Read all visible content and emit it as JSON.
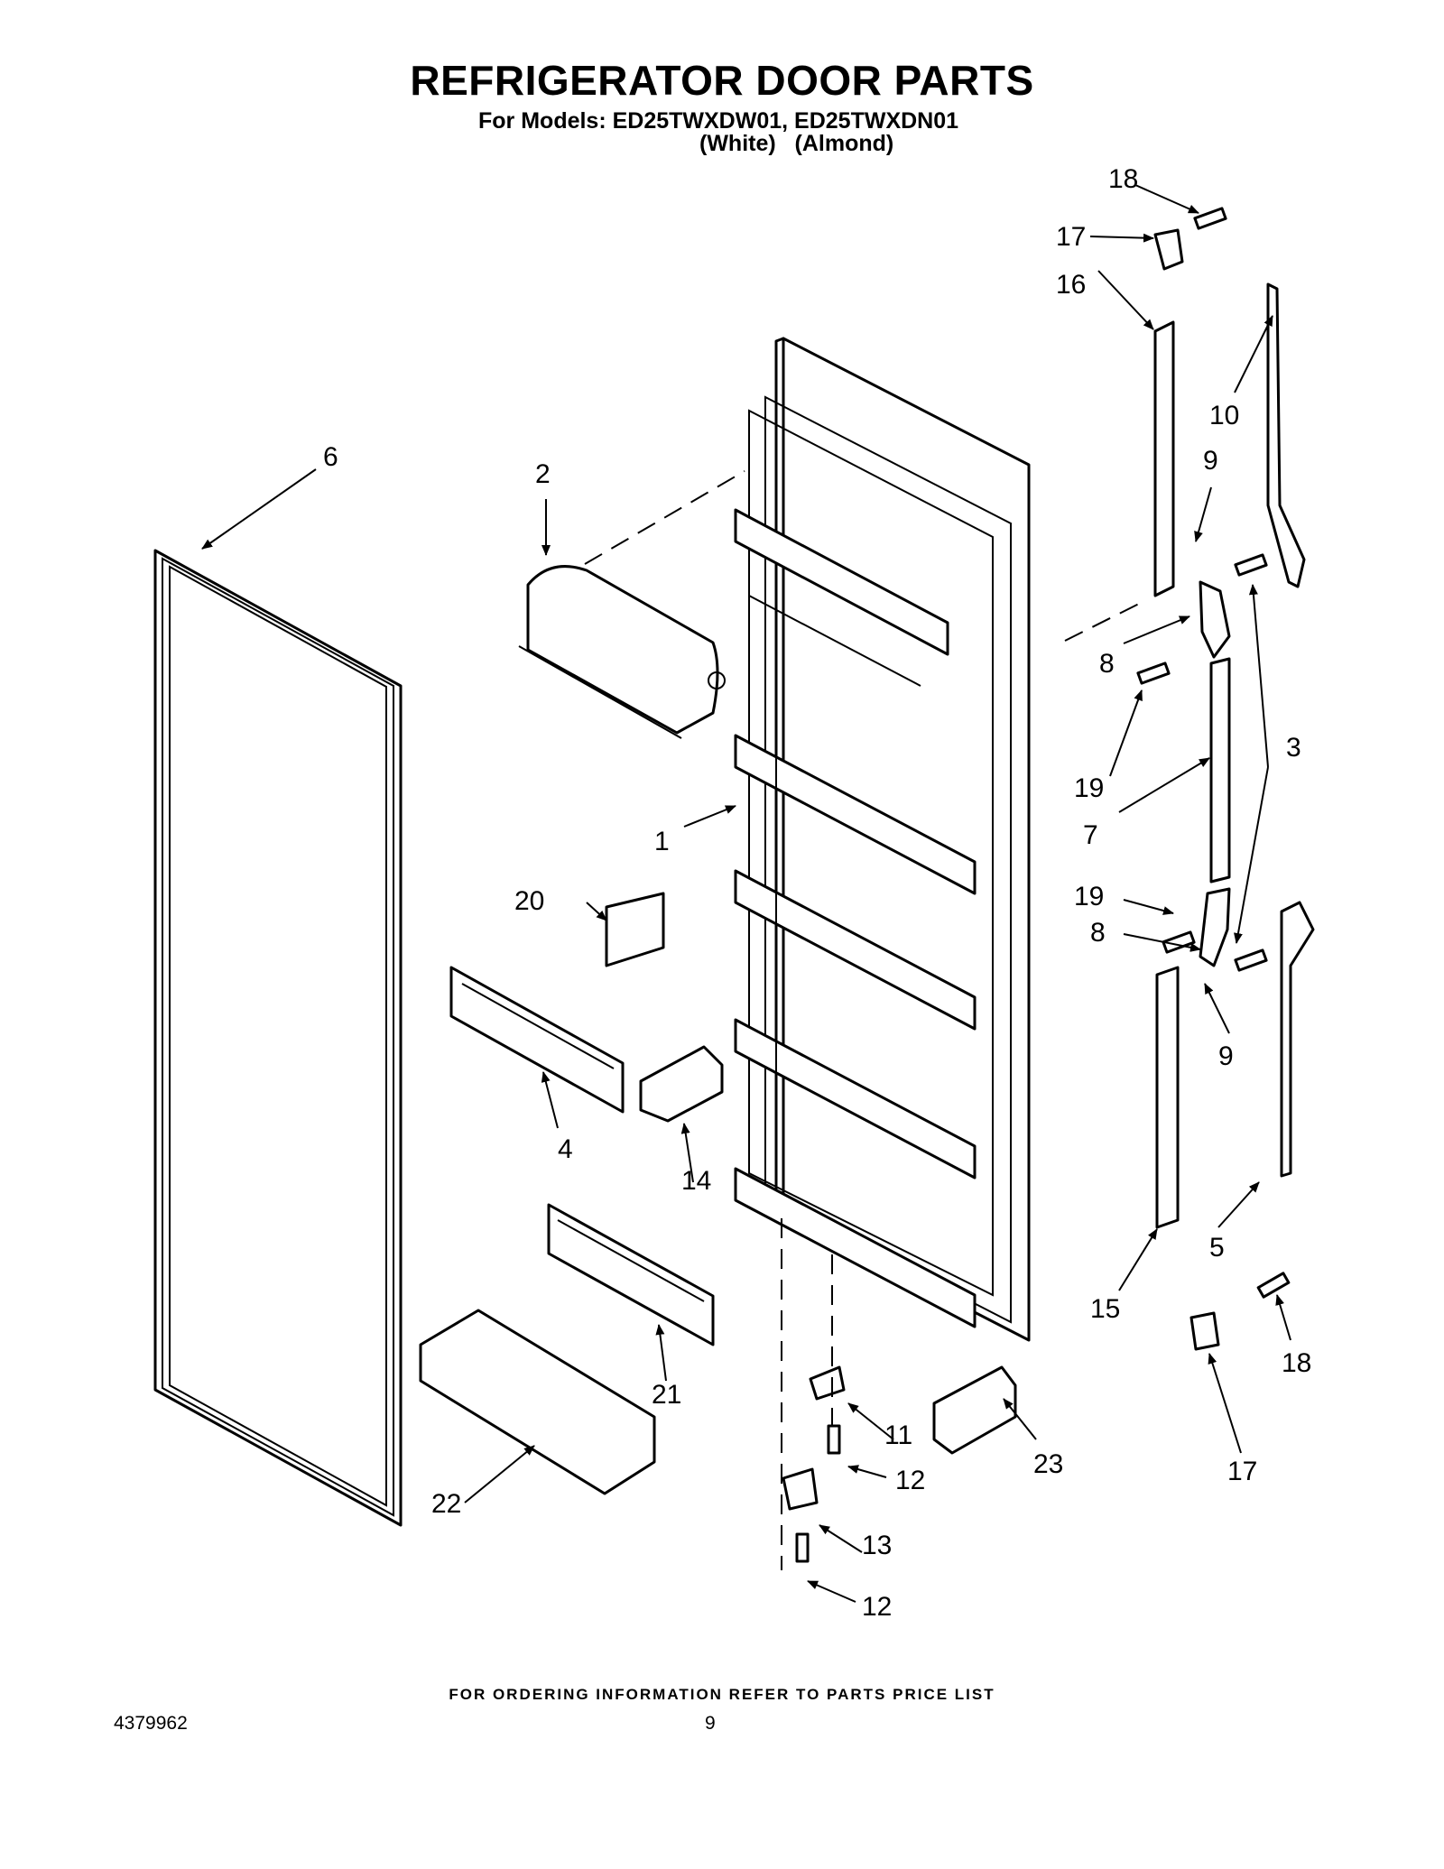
{
  "header": {
    "title": "REFRIGERATOR DOOR PARTS",
    "models_line": "For Models: ED25TWXDW01, ED25TWXDN01",
    "colors_line": "(White)   (Almond)"
  },
  "footer": {
    "ordering_note": "FOR ORDERING INFORMATION REFER TO PARTS PRICE LIST",
    "document_number": "4379962",
    "page_number": "9"
  },
  "callouts": {
    "c1": "1",
    "c2": "2",
    "c3": "3",
    "c4": "4",
    "c5": "5",
    "c6": "6",
    "c7": "7",
    "c8a": "8",
    "c8b": "8",
    "c9a": "9",
    "c9b": "9",
    "c10": "10",
    "c11": "11",
    "c12a": "12",
    "c12b": "12",
    "c13": "13",
    "c14": "14",
    "c15": "15",
    "c16": "16",
    "c17a": "17",
    "c17b": "17",
    "c18a": "18",
    "c18b": "18",
    "c19a": "19",
    "c19b": "19",
    "c20": "20",
    "c21": "21",
    "c22": "22",
    "c23": "23"
  }
}
